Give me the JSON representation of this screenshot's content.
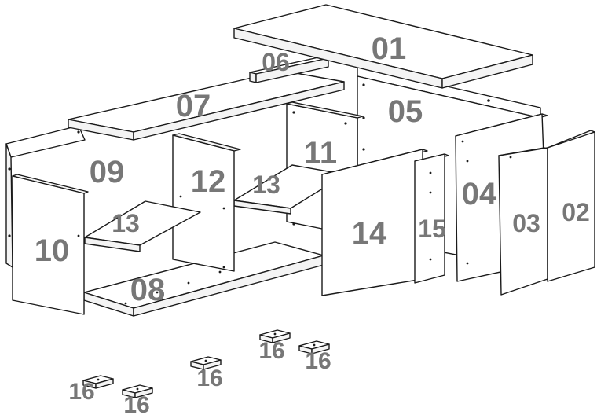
{
  "parts": {
    "p01": "01",
    "p02": "02",
    "p03": "03",
    "p04": "04",
    "p05": "05",
    "p06": "06",
    "p07": "07",
    "p08": "08",
    "p09": "09",
    "p10": "10",
    "p11": "11",
    "p12": "12",
    "p13": "13",
    "p14": "14",
    "p15": "15",
    "p16": "16"
  },
  "colors": {
    "line": "#1a1a1a",
    "label": "#777777",
    "background": "#ffffff"
  }
}
